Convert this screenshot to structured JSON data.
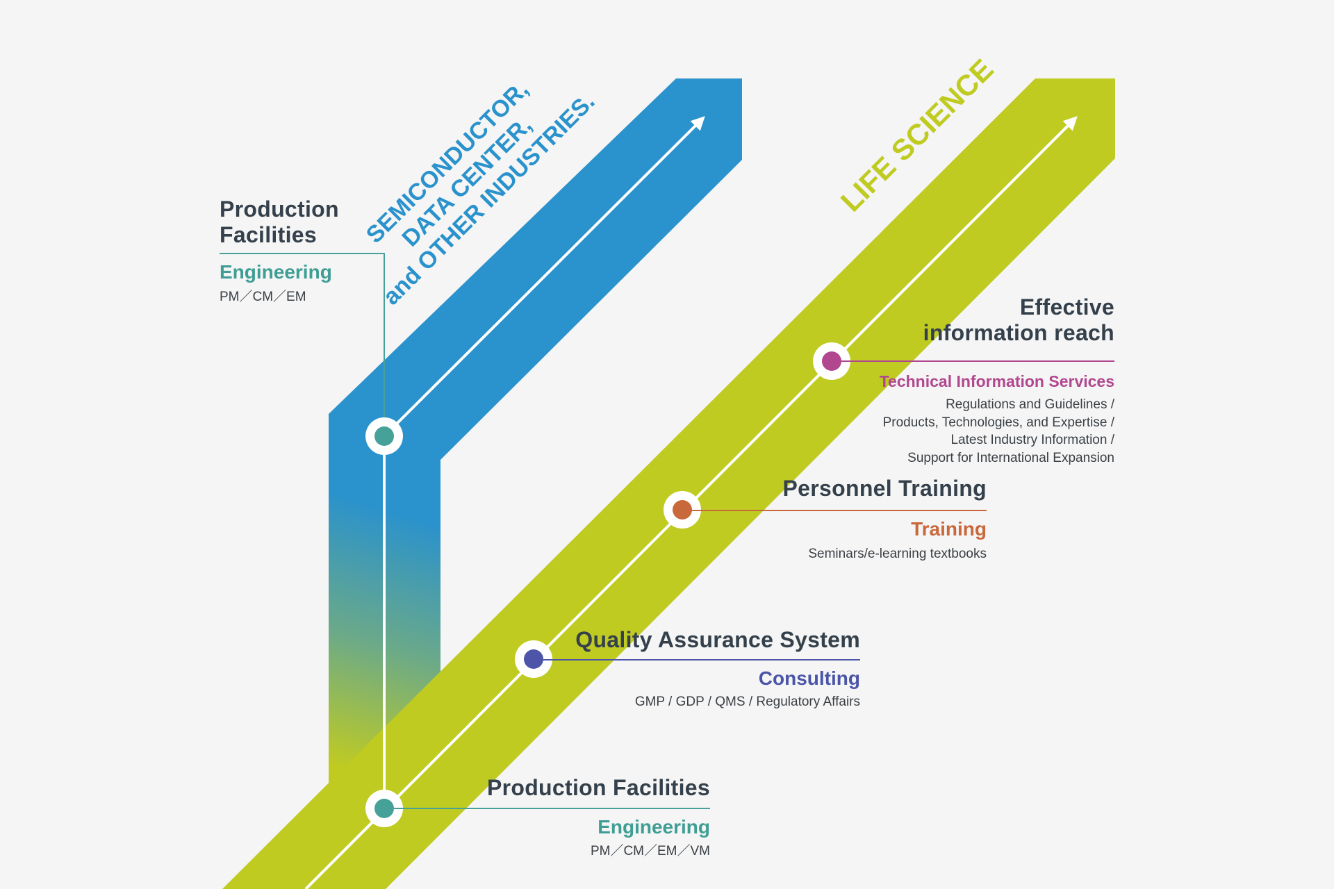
{
  "colors": {
    "semiconductor_band": "#2a92cc",
    "life_science_band": "#c0cb22",
    "text_dark": "#34404b",
    "engineering": "#3f9e94",
    "consulting": "#4b55a8",
    "training": "#c9683a",
    "technical_info": "#b1478e"
  },
  "tracks": {
    "semiconductor_title_lines": [
      "SEMICONDUCTOR,",
      "DATA CENTER,",
      "and OTHER INDUSTRIES."
    ],
    "life_science_title": "LIFE SCIENCE"
  },
  "nodes": {
    "upper_production": {
      "title_line1": "Production",
      "title_line2": "Facilities",
      "service": "Engineering",
      "detail": "PM／CM／EM"
    },
    "lower_production": {
      "title": "Production Facilities",
      "service": "Engineering",
      "detail": "PM／CM／EM／VM"
    },
    "quality": {
      "title": "Quality Assurance System",
      "service": "Consulting",
      "detail": "GMP / GDP / QMS / Regulatory Affairs"
    },
    "personnel": {
      "title": "Personnel Training",
      "service": "Training",
      "detail": "Seminars/e-learning textbooks"
    },
    "information": {
      "title_line1": "Effective",
      "title_line2": "information reach",
      "service": "Technical Information Services",
      "detail_lines": [
        "Regulations and Guidelines /",
        "Products, Technologies, and Expertise /",
        "Latest Industry Information /",
        "Support for International Expansion"
      ]
    }
  }
}
